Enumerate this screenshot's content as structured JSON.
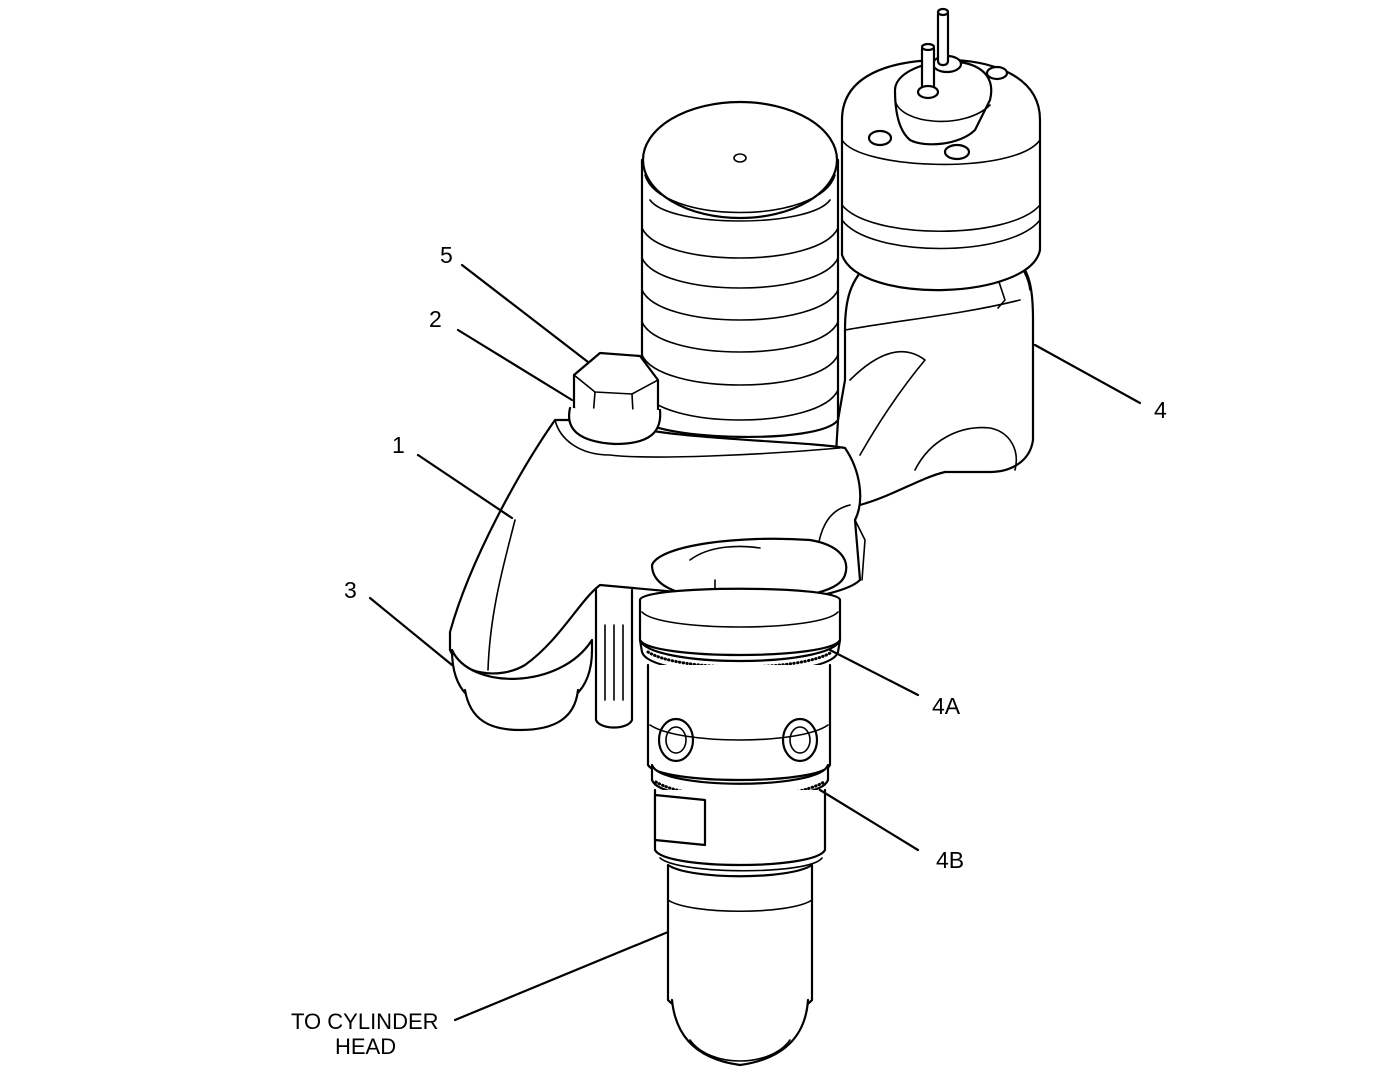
{
  "callouts": {
    "c1": "1",
    "c2": "2",
    "c3": "3",
    "c4": "4",
    "c4a": "4A",
    "c4b": "4B",
    "c5": "5",
    "to_cylinder_head_line1": "TO CYLINDER",
    "to_cylinder_head_line2": "HEAD"
  }
}
